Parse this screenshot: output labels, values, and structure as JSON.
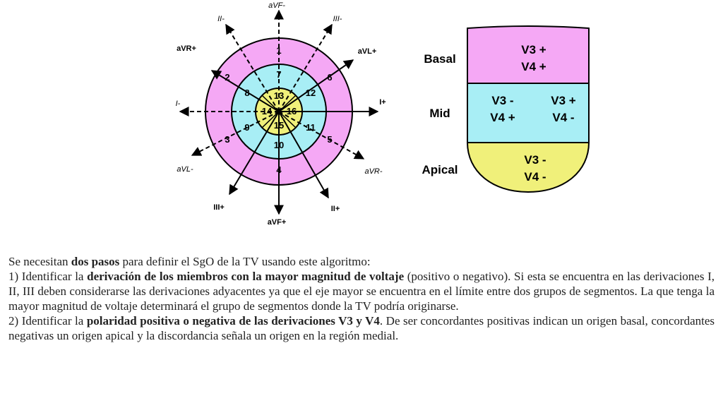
{
  "diagram": {
    "segments": [
      "1",
      "2",
      "3",
      "4",
      "5",
      "6",
      "7",
      "8",
      "9",
      "10",
      "11",
      "12",
      "13",
      "14",
      "15",
      "16"
    ],
    "leads": {
      "avf_neg": "aVF-",
      "avf_pos": "aVF+",
      "ii_neg": "II-",
      "ii_pos": "II+",
      "iii_neg": "III-",
      "iii_pos": "III+",
      "avr_pos": "aVR+",
      "avr_neg": "aVR-",
      "avl_pos": "aVL+",
      "avl_neg": "aVL-",
      "i_neg": "I-",
      "i_pos": "I+"
    },
    "regions": {
      "basal": "Basal",
      "mid": "Mid",
      "apical": "Apical"
    },
    "polarity": {
      "basal_v3": "V3 +",
      "basal_v4": "V4 +",
      "mid_left_v3": "V3 -",
      "mid_left_v4": "V4 +",
      "mid_right_v3": "V3 +",
      "mid_right_v4": "V4 -",
      "apical_v3": "V3 -",
      "apical_v4": "V4 -"
    },
    "colors": {
      "basal": "#f5a8f5",
      "mid": "#a8eef5",
      "apical": "#f0f07a"
    }
  },
  "text": {
    "p1_a": "Se necesitan ",
    "p1_b": "dos pasos",
    "p1_c": " para definir el SgO de la TV usando este algoritmo:",
    "p2_a": "1) Identificar la ",
    "p2_b": "derivación de los miembros con la mayor magnitud de voltaje",
    "p2_c": " (positivo o negativo). Si esta se encuentra en las derivaciones I, II, III deben considerarse las derivaciones adyacentes ya que el eje mayor se encuentra en el límite entre dos grupos de segmentos. La que tenga la mayor magnitud de voltaje determinará el grupo de segmentos donde la TV podría originarse.",
    "p3_a": "2) Identificar la ",
    "p3_b": "polaridad positiva o negativa de las derivaciones V3 y V4",
    "p3_c": ". De ser concordantes positivas indican un origen basal, concordantes negativas un origen apical y la discordancia señala un origen en la región medial."
  }
}
